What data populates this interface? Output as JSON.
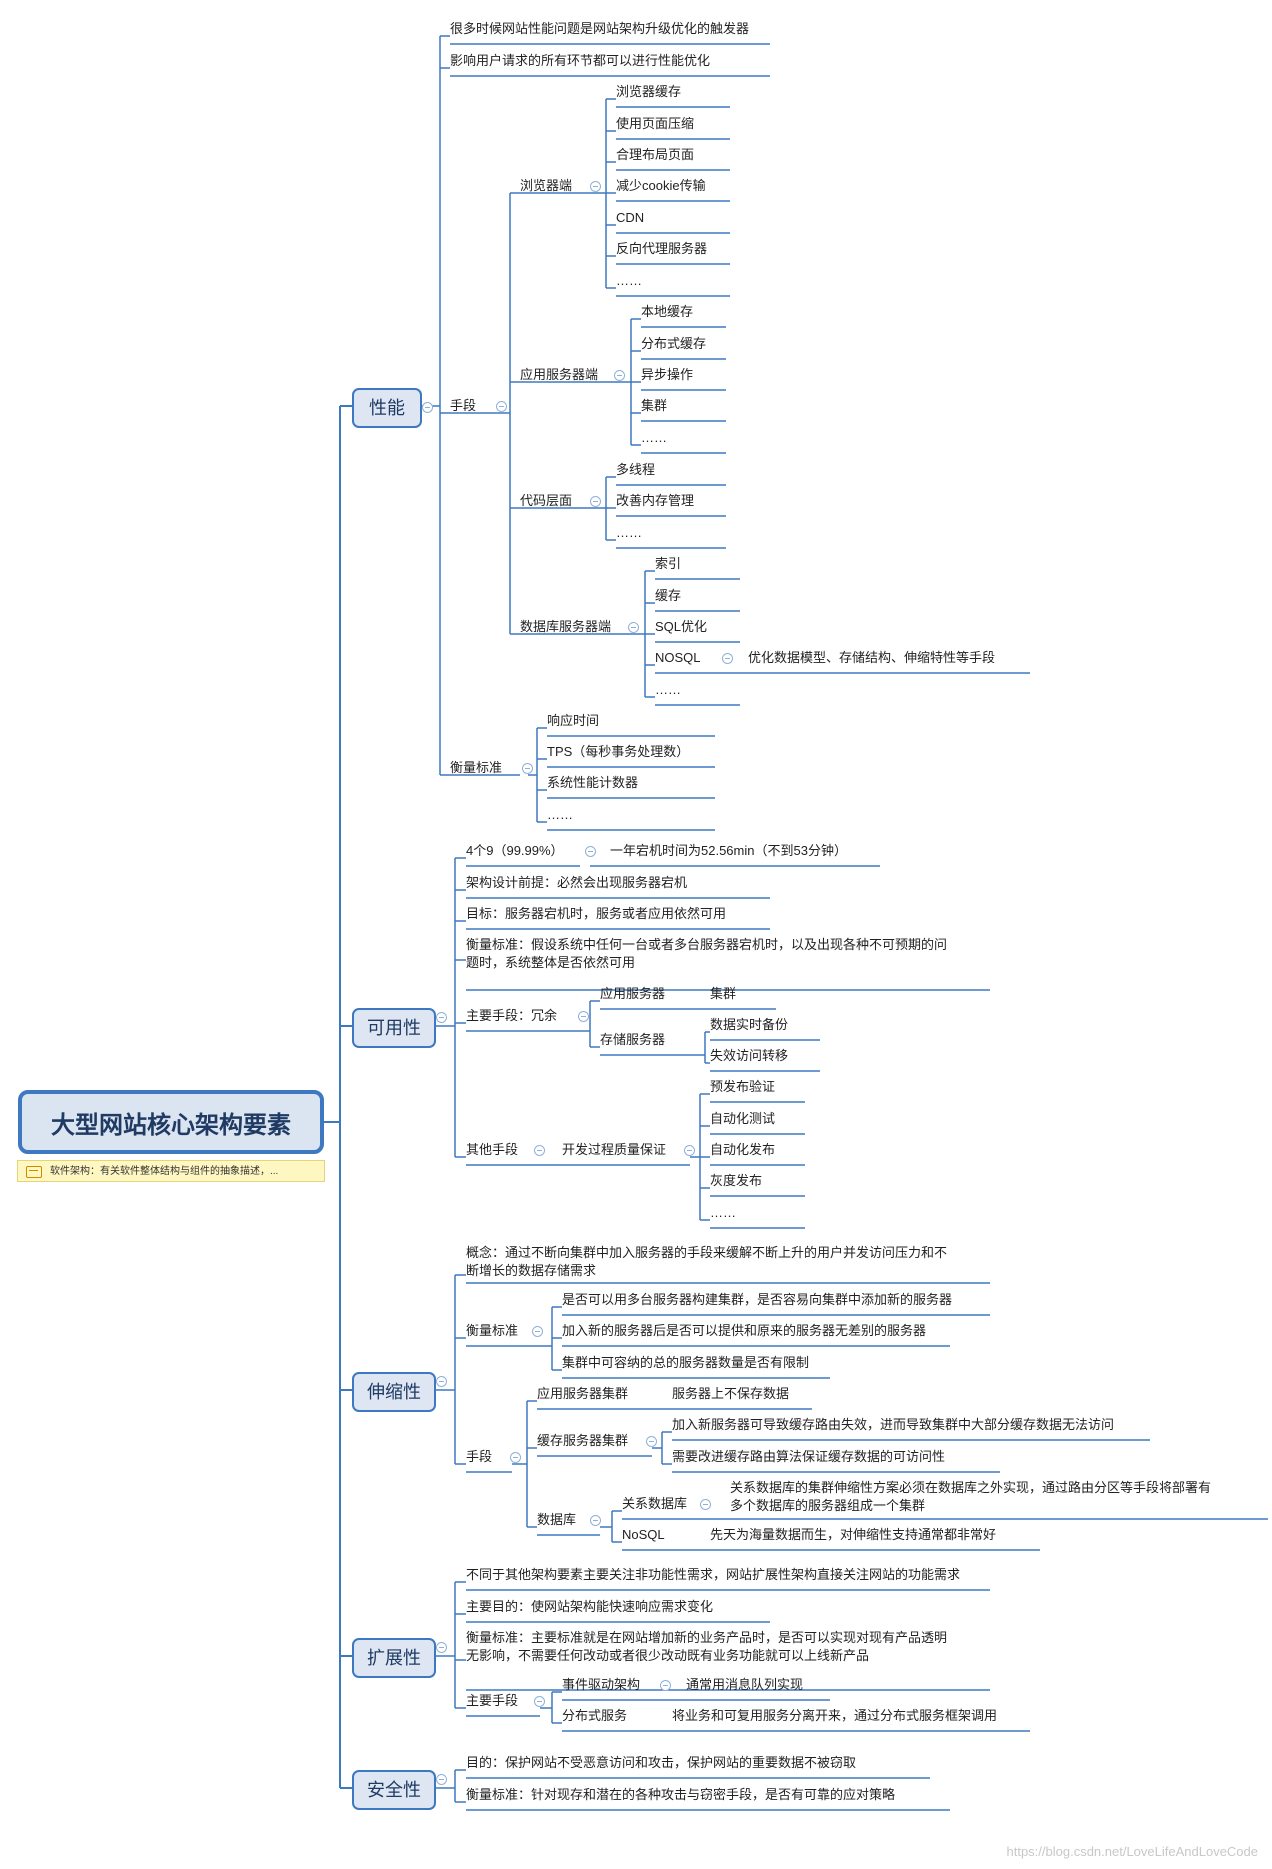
{
  "root": {
    "title": "大型网站核心架构要素",
    "note": "软件架构：有关软件整体结构与组件的抽象描述，..."
  },
  "sections": {
    "performance": {
      "label": "性能",
      "items": {
        "i1": "很多时候网站性能问题是网站架构升级优化的触发器",
        "i2": "影响用户请求的所有环节都可以进行性能优化",
        "means": "手段",
        "browser": "浏览器端",
        "browser_items": [
          "浏览器缓存",
          "使用页面压缩",
          "合理布局页面",
          "减少cookie传输",
          "CDN",
          "反向代理服务器",
          "……"
        ],
        "app": "应用服务器端",
        "app_items": [
          "本地缓存",
          "分布式缓存",
          "异步操作",
          "集群",
          "……"
        ],
        "code": "代码层面",
        "code_items": [
          "多线程",
          "改善内存管理",
          "……"
        ],
        "db": "数据库服务器端",
        "db_items": [
          "索引",
          "缓存",
          "SQL优化",
          "NOSQL",
          "……"
        ],
        "nosql_note": "优化数据模型、存储结构、伸缩特性等手段",
        "measure": "衡量标准",
        "measure_items": [
          "响应时间",
          "TPS（每秒事务处理数）",
          "系统性能计数器",
          "……"
        ]
      }
    },
    "availability": {
      "label": "可用性",
      "items": {
        "nines": "4个9（99.99%）",
        "nines_note": "一年宕机时间为52.56min（不到53分钟）",
        "premise": "架构设计前提：必然会出现服务器宕机",
        "goal": "目标：服务器宕机时，服务或者应用依然可用",
        "measure": "衡量标准：假设系统中任何一台或者多台服务器宕机时，以及出现各种不可预期的问题时，系统整体是否依然可用",
        "main": "主要手段：冗余",
        "app_server": "应用服务器",
        "app_server_item": "集群",
        "storage": "存储服务器",
        "storage_items": [
          "数据实时备份",
          "失效访问转移"
        ],
        "other": "其他手段",
        "dev": "开发过程质量保证",
        "dev_items": [
          "预发布验证",
          "自动化测试",
          "自动化发布",
          "灰度发布",
          "……"
        ]
      }
    },
    "scalability": {
      "label": "伸缩性",
      "items": {
        "concept": "概念：通过不断向集群中加入服务器的手段来缓解不断上升的用户并发访问压力和不断增长的数据存储需求",
        "measure": "衡量标准",
        "measure_items": [
          "是否可以用多台服务器构建集群，是否容易向集群中添加新的服务器",
          "加入新的服务器后是否可以提供和原来的服务器无差别的服务器",
          "集群中可容纳的总的服务器数量是否有限制"
        ],
        "means": "手段",
        "app_cluster": "应用服务器集群",
        "app_cluster_item": "服务器上不保存数据",
        "cache_cluster": "缓存服务器集群",
        "cache_items": [
          "加入新服务器可导致缓存路由失效，进而导致集群中大部分缓存数据无法访问",
          "需要改进缓存路由算法保证缓存数据的可访问性"
        ],
        "database": "数据库",
        "rdb": "关系数据库",
        "rdb_item": "关系数据库的集群伸缩性方案必须在数据库之外实现，通过路由分区等手段将部署有多个数据库的服务器组成一个集群",
        "nosql": "NoSQL",
        "nosql_item": "先天为海量数据而生，对伸缩性支持通常都非常好"
      }
    },
    "extensibility": {
      "label": "扩展性",
      "items": {
        "i1": "不同于其他架构要素主要关注非功能性需求，网站扩展性架构直接关注网站的功能需求",
        "purpose": "主要目的：使网站架构能快速响应需求变化",
        "measure": "衡量标准：主要标准就是在网站增加新的业务产品时，是否可以实现对现有产品透明无影响，不需要任何改动或者很少改动既有业务功能就可以上线新产品",
        "means": "主要手段",
        "event": "事件驱动架构",
        "event_item": "通常用消息队列实现",
        "dist": "分布式服务",
        "dist_item": "将业务和可复用服务分离开来，通过分布式服务框架调用"
      }
    },
    "security": {
      "label": "安全性",
      "items": {
        "goal": "目的：保护网站不受恶意访问和攻击，保护网站的重要数据不被窃取",
        "measure": "衡量标准：针对现存和潜在的各种攻击与窃密手段，是否有可靠的应对策略"
      }
    }
  },
  "watermark": "https://blog.csdn.net/LoveLifeAndLoveCode",
  "colors": {
    "line": "#3d78c0",
    "branch": "#2f5f9a",
    "box_fill": "#dde6f2",
    "note_fill": "#fff7c2"
  }
}
